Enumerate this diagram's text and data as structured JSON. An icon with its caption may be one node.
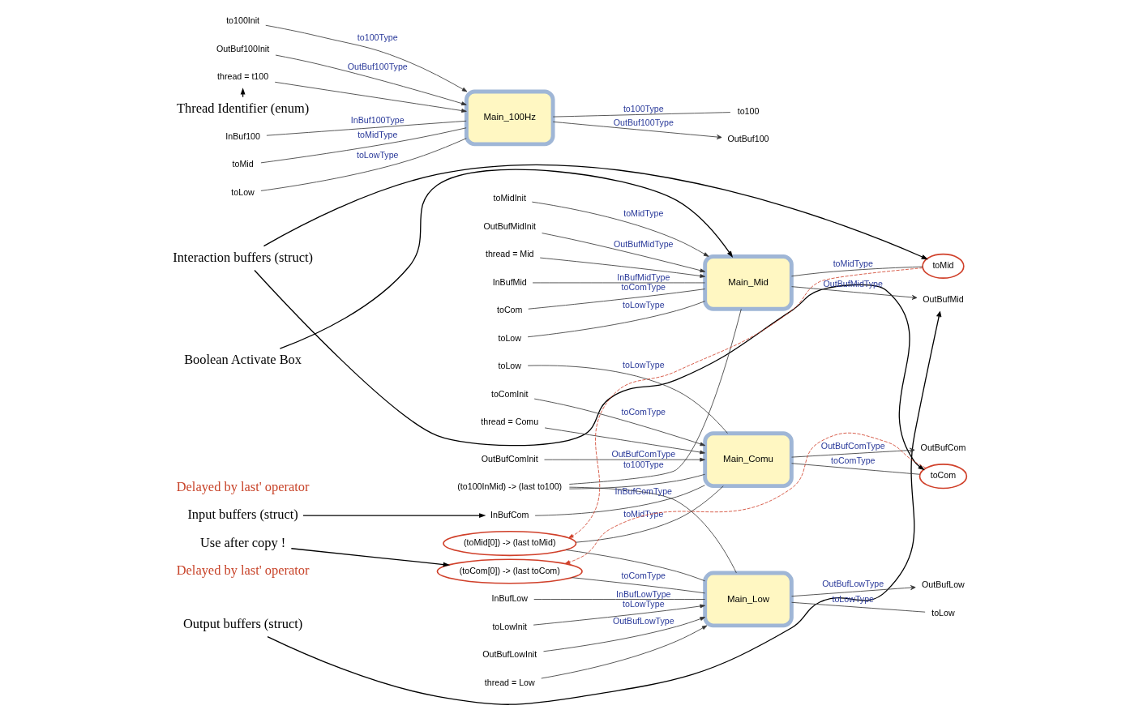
{
  "diagram": {
    "nodes": [
      {
        "text": [
          "Thread Identifier (enum)"
        ]
      },
      {
        "text": [
          "Boolean Activate Box"
        ]
      },
      {
        "text": [
          "Output buffers (struct)"
        ]
      },
      {
        "text": [
          "Interaction buffers (struct)"
        ]
      },
      {
        "text": [
          "Input buffers (struct)"
        ]
      },
      {
        "text": [
          "Use after copy !"
        ]
      },
      {
        "text": [
          "Main_100Hz"
        ]
      },
      {
        "text": [
          "Main_Mid"
        ]
      },
      {
        "text": [
          "Main_Comu"
        ]
      },
      {
        "text": [
          "Main_Low"
        ]
      },
      {
        "text": [
          "thread = t100"
        ]
      },
      {
        "text": [
          "thread = Mid"
        ]
      },
      {
        "text": [
          "thread = Comu"
        ]
      },
      {
        "text": [
          "thread = Low"
        ]
      },
      {
        "text": [
          "InBuf100"
        ]
      },
      {
        "text": [
          "toMid"
        ]
      },
      {
        "text": [
          "toLow"
        ]
      },
      {
        "text": [
          "(to100InMid) -> (last to100)"
        ]
      },
      {
        "text": [
          "InBufMid"
        ]
      },
      {
        "text": [
          "toCom"
        ]
      },
      {
        "text": [
          "toLow"
        ]
      },
      {
        "text": [
          "(toMid[0]) -> (last toMid)"
        ]
      },
      {
        "text": [
          "InBufCom"
        ]
      },
      {
        "text": [
          "toLow"
        ]
      },
      {
        "text": [
          "(toCom[0]) -> (last toCom)"
        ]
      },
      {
        "text": [
          "InBufLow"
        ]
      },
      {
        "text": [
          "to100"
        ]
      },
      {
        "text": [
          "toMid"
        ]
      },
      {
        "text": [
          "toCom"
        ]
      },
      {
        "text": [
          "toLow"
        ]
      },
      {
        "text": [
          "OutBuf100"
        ]
      },
      {
        "text": [
          "OutBufMid"
        ]
      },
      {
        "text": [
          "OutBufCom"
        ]
      },
      {
        "text": [
          "OutBufLow"
        ]
      },
      {
        "text": [
          "to100Init"
        ]
      },
      {
        "text": [
          "OutBuf100Init"
        ]
      },
      {
        "text": [
          "toMidInit"
        ]
      },
      {
        "text": [
          "OutBufMidInit"
        ]
      },
      {
        "text": [
          "toComInit"
        ]
      },
      {
        "text": [
          "OutBufComInit"
        ]
      },
      {
        "text": [
          "toLowInit"
        ]
      },
      {
        "text": [
          "OutBufLowInit"
        ]
      }
    ],
    "edges": [
      {
        "from": 0,
        "to": 10,
        "arrow": "to"
      },
      {
        "from": 1,
        "to": 7,
        "arrow": "to"
      },
      {
        "from": 2,
        "to": 31,
        "arrow": "to"
      },
      {
        "from": 3,
        "to": 27,
        "arrow": "to"
      },
      {
        "from": 3,
        "to": 28,
        "arrow": "to"
      },
      {
        "from": 4,
        "to": 22,
        "arrow": "to"
      },
      {
        "from": 5,
        "to": 24,
        "arrow": "to"
      },
      {
        "from": 10,
        "to": 6,
        "arrow": "to"
      },
      {
        "from": 11,
        "to": 7,
        "arrow": "to"
      },
      {
        "from": 12,
        "to": 8,
        "arrow": "to"
      },
      {
        "from": 13,
        "to": 9,
        "arrow": "to"
      },
      {
        "from": 14,
        "to": 6,
        "arrow": "none",
        "label": "InBuf100Type"
      },
      {
        "from": 15,
        "to": 6,
        "arrow": "none",
        "label": "toMidType"
      },
      {
        "from": 16,
        "to": 6,
        "arrow": "none",
        "label": "toLowType"
      },
      {
        "from": 17,
        "to": 7,
        "arrow": "none",
        "label": "to100Type"
      },
      {
        "from": 17,
        "to": 8,
        "arrow": "none"
      },
      {
        "from": 17,
        "to": 9,
        "arrow": "none"
      },
      {
        "from": 18,
        "to": 7,
        "arrow": "none",
        "label": "InBufMidType"
      },
      {
        "from": 19,
        "to": 7,
        "arrow": "none",
        "label": "toComType"
      },
      {
        "from": 20,
        "to": 7,
        "arrow": "none",
        "label": "toLowType"
      },
      {
        "from": 21,
        "to": 8,
        "arrow": "none",
        "label": "toMidType"
      },
      {
        "from": 21,
        "to": 9,
        "arrow": "none"
      },
      {
        "from": 22,
        "to": 8,
        "arrow": "none",
        "label": "InBufComType"
      },
      {
        "from": 23,
        "to": 8,
        "arrow": "none",
        "label": "toLowType"
      },
      {
        "from": 24,
        "to": 9,
        "arrow": "none",
        "label": "toComType"
      },
      {
        "from": 25,
        "to": 9,
        "arrow": "none",
        "label": "InBufLowType"
      },
      {
        "from": 6,
        "to": 26,
        "arrow": "none",
        "label": "to100Type"
      },
      {
        "from": 7,
        "to": 27,
        "arrow": "none",
        "label": "toMidType"
      },
      {
        "from": 8,
        "to": 28,
        "arrow": "none",
        "label": "toComType"
      },
      {
        "from": 9,
        "to": 29,
        "arrow": "none",
        "label": "toLowType"
      },
      {
        "from": 6,
        "to": 30,
        "arrow": "to",
        "label": "OutBuf100Type"
      },
      {
        "from": 7,
        "to": 31,
        "arrow": "to",
        "label": "OutBufMidType"
      },
      {
        "from": 8,
        "to": 32,
        "arrow": "to",
        "label": "OutBufComType"
      },
      {
        "from": 9,
        "to": 33,
        "arrow": "to",
        "label": "OutBufLowType"
      },
      {
        "from": 34,
        "to": 6,
        "arrow": "to",
        "label": "to100Type"
      },
      {
        "from": 35,
        "to": 6,
        "arrow": "to",
        "label": "OutBuf100Type"
      },
      {
        "from": 36,
        "to": 7,
        "arrow": "to",
        "label": "toMidType"
      },
      {
        "from": 37,
        "to": 7,
        "arrow": "to",
        "label": "OutBufMidType"
      },
      {
        "from": 38,
        "to": 8,
        "arrow": "to",
        "label": "toComType"
      },
      {
        "from": 39,
        "to": 8,
        "arrow": "to",
        "label": "OutBufComType"
      },
      {
        "from": 40,
        "to": 9,
        "arrow": "to",
        "label": "toLowType"
      },
      {
        "from": 41,
        "to": 9,
        "arrow": "to",
        "label": "OutBufLowType"
      },
      {
        "from": 27,
        "to": 21,
        "arrow": "to",
        "style": "dashed",
        "color": "#d0402a"
      },
      {
        "from": 28,
        "to": 24,
        "arrow": "to",
        "style": "dashed",
        "color": "#d0402a"
      }
    ],
    "labels": [
      "Delayed by last' operator",
      "Delayed by last' operator"
    ]
  }
}
